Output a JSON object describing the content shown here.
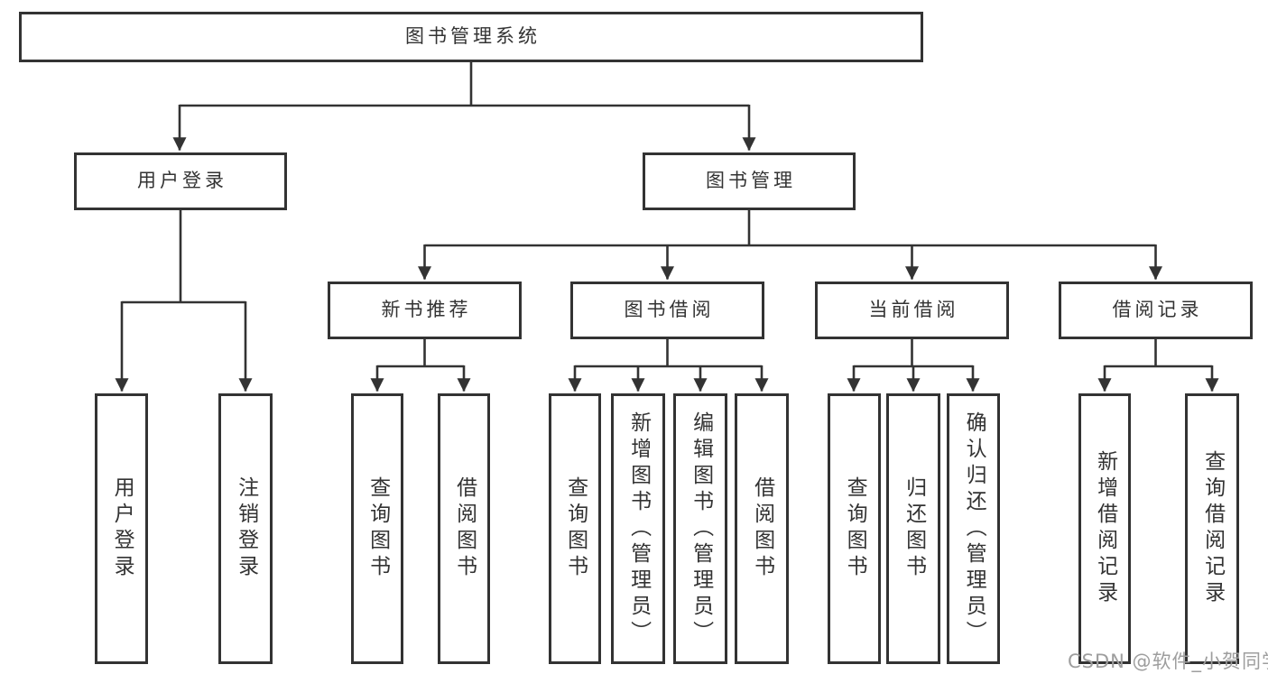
{
  "diagram_title": "图书管理系统",
  "tree": {
    "label": "图书管理系统",
    "children": [
      {
        "label": "用户登录",
        "children": [
          {
            "label": "用户登录"
          },
          {
            "label": "注销登录"
          }
        ]
      },
      {
        "label": "图书管理",
        "children": [
          {
            "label": "新书推荐",
            "children": [
              {
                "label": "查询图书"
              },
              {
                "label": "借阅图书"
              }
            ]
          },
          {
            "label": "图书借阅",
            "children": [
              {
                "label": "查询图书"
              },
              {
                "label": "新增图书（管理员）"
              },
              {
                "label": "编辑图书（管理员）"
              },
              {
                "label": "借阅图书"
              }
            ]
          },
          {
            "label": "当前借阅",
            "children": [
              {
                "label": "查询图书"
              },
              {
                "label": "归还图书"
              },
              {
                "label": "确认归还（管理员）"
              }
            ]
          },
          {
            "label": "借阅记录",
            "children": [
              {
                "label": "新增借阅记录"
              },
              {
                "label": "查询借阅记录"
              }
            ]
          }
        ]
      }
    ]
  },
  "watermark": {
    "text": "CSDN @软件_小贺同学"
  },
  "colors": {
    "line": "#333333",
    "box_border": "#333333",
    "text": "#333333",
    "watermark": "#9e9e9e",
    "background": "#ffffff"
  }
}
